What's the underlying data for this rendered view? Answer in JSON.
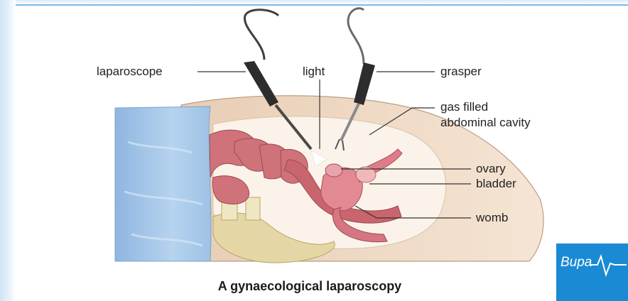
{
  "labels": {
    "laparoscope": "laparoscope",
    "light": "light",
    "grasper": "grasper",
    "gas_filled_line1": "gas filled",
    "gas_filled_line2": "abdominal cavity",
    "ovary": "ovary",
    "bladder": "bladder",
    "womb": "womb"
  },
  "caption": "A gynaecological laparoscopy",
  "logo": {
    "text": "Bupa"
  },
  "colors": {
    "accent_rule": "#7bb8e6",
    "drape": "#a9c9ea",
    "skin": "#f1dcc7",
    "cavity": "#f8efe4",
    "intestine": "#cf6f76",
    "organ": "#dd8690",
    "bone": "#e3d7a6",
    "logo_bg": "#1a8ad4"
  }
}
